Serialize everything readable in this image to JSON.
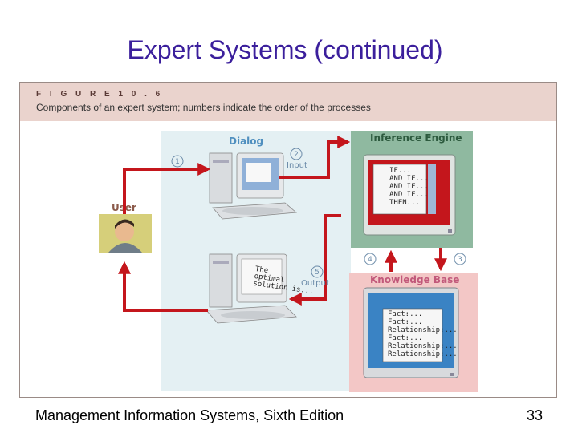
{
  "slide": {
    "title": "Expert Systems (continued)",
    "footer_left": "Management Information Systems, Sixth Edition",
    "page_number": "33"
  },
  "figure": {
    "number": "F I G U R E  1 0 . 6",
    "caption": "Components of an expert system; numbers indicate the order of the processes"
  },
  "diagram": {
    "dialog_title": "Dialog",
    "inference_title": "Inference Engine",
    "knowledge_title": "Knowledge Base",
    "user_label": "User",
    "steps": {
      "one": "1",
      "two": "2",
      "two_label": "Input",
      "three": "3",
      "four": "4",
      "five": "5",
      "five_label": "Output"
    },
    "inference_rules": [
      "IF...",
      "AND IF...",
      "AND IF...",
      "AND IF...",
      "THEN..."
    ],
    "knowledge_items": [
      "Fact:...",
      "Fact:...",
      "Relationship:...",
      "Fact:...",
      "Relationship:...",
      "Relationship:..."
    ],
    "output_screen_lines": [
      "The",
      "optimal",
      "solution is..."
    ],
    "colors": {
      "arrow": "#c4161c",
      "dialog_bg": "#e4f0f3",
      "inference_bg": "#8fb9a0",
      "knowledge_bg": "#f3c7c6",
      "title_text": "#3b1f9c"
    }
  }
}
